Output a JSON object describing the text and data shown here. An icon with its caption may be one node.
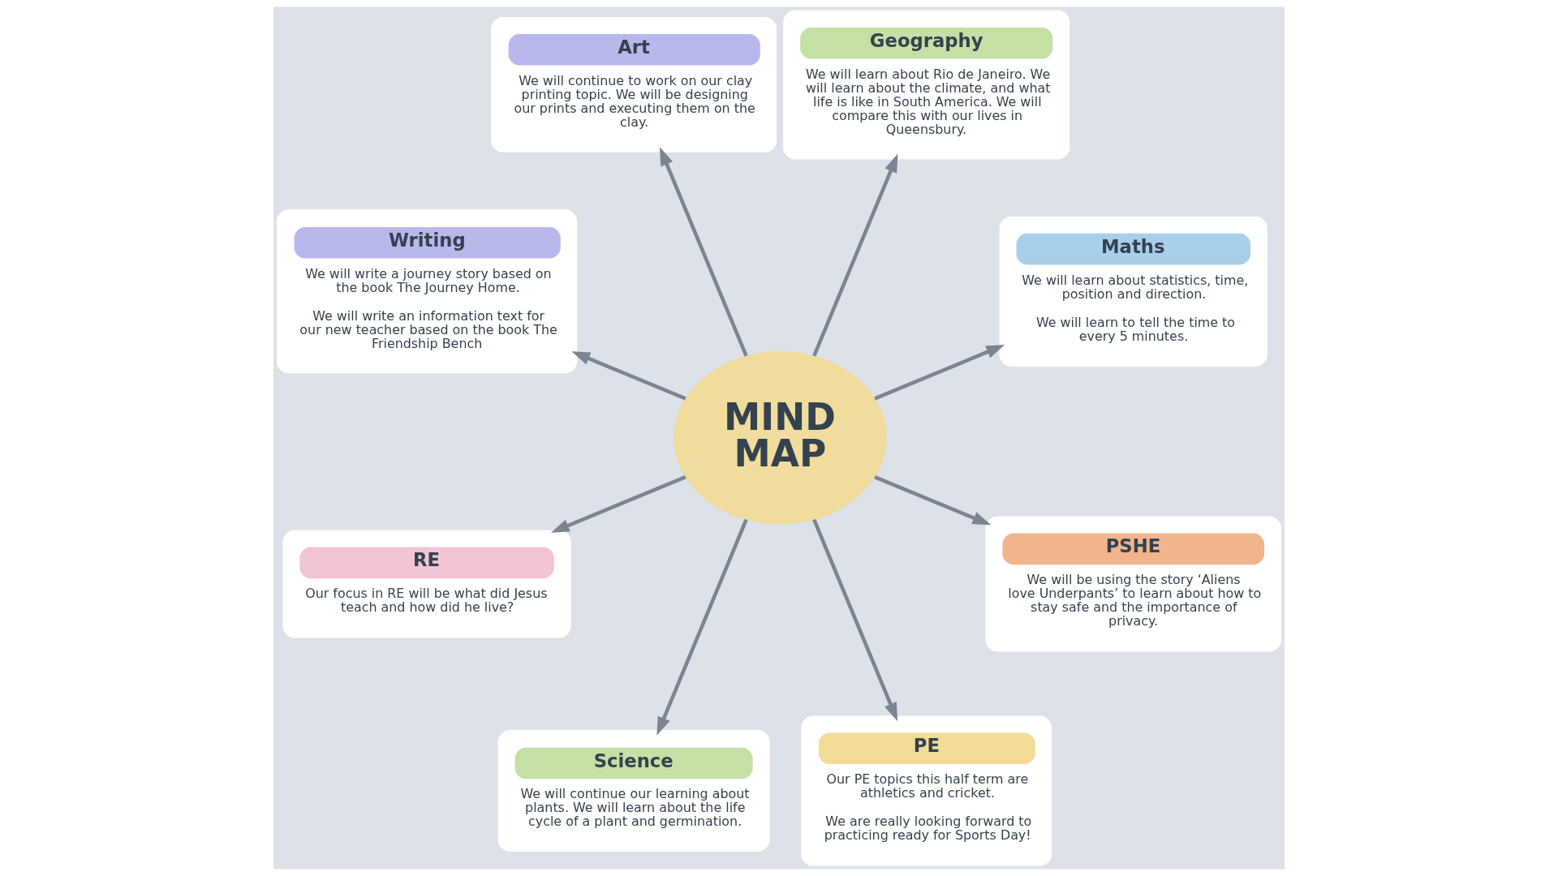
{
  "diagram": {
    "nodes": [
      {
        "text": [
          "MIND MAP"
        ]
      },
      {
        "text": [
          "Maths",
          "We will learn about statistics, time, position and direction.",
          "We will learn to tell the time to every 5 minutes."
        ]
      },
      {
        "text": [
          "Geography",
          "We will learn about Rio de Janeiro. We will learn about the climate, and what life is like in South America. We will compare this with our lives in Queensbury."
        ]
      },
      {
        "text": [
          "Art",
          "We will continue to work on our clay printing topic. We will be designing our prints and executing them on the clay."
        ]
      },
      {
        "text": [
          "Writing",
          "We will write a journey story based on the book The Journey Home.",
          "We will write an information text for our new teacher based on the book The Friendship Bench"
        ]
      },
      {
        "text": [
          "RE",
          "Our focus in RE will be what did Jesus teach and how did he live?"
        ]
      },
      {
        "text": [
          "Science",
          "We will continue our learning about plants. We will learn about the life cycle of a plant and germination."
        ]
      },
      {
        "text": [
          "PE",
          "Our PE topics this half term are athletics and cricket.",
          "We are really looking forward to practicing ready for Sports Day!"
        ]
      },
      {
        "text": [
          "PSHE",
          "We will be using the story ‘Aliens love Underpants’ to learn about how to stay safe and the importance of privacy."
        ]
      }
    ],
    "edges": [
      {
        "from": 0,
        "to": 1,
        "arrow": "to"
      },
      {
        "from": 0,
        "to": 2,
        "arrow": "to"
      },
      {
        "from": 0,
        "to": 3,
        "arrow": "to"
      },
      {
        "from": 0,
        "to": 4,
        "arrow": "to"
      },
      {
        "from": 0,
        "to": 5,
        "arrow": "to"
      },
      {
        "from": 0,
        "to": 6,
        "arrow": "to"
      },
      {
        "from": 0,
        "to": 7,
        "arrow": "to"
      },
      {
        "from": 0,
        "to": 8,
        "arrow": "to"
      }
    ]
  }
}
